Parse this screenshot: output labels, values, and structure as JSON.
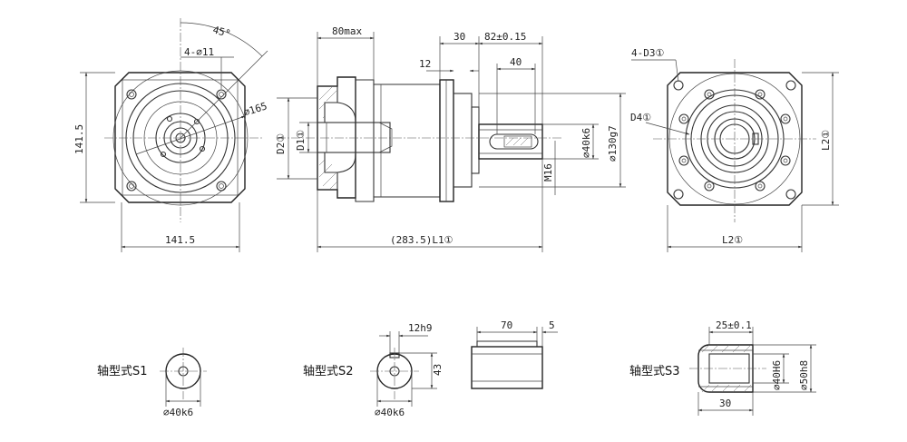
{
  "front_view": {
    "angle": "45°",
    "holes": "4-⌀11",
    "pcd": "⌀165",
    "height": "141.5",
    "width": "141.5"
  },
  "side_view": {
    "flange_max": "80max",
    "shoulder": "30",
    "shaft_len": "82±0.15",
    "key_offset": "12",
    "key_len": "40",
    "d2": "D2①",
    "d1": "D1①",
    "shaft_dia": "⌀40k6",
    "pilot_dia": "⌀130g7",
    "thread": "M16",
    "total_len": "(283.5)L1①"
  },
  "rear_view": {
    "holes": "4-D3①",
    "d4": "D4①",
    "l2_vertical": "L2①",
    "l2_horizontal": "L2①"
  },
  "shaft_s1": {
    "label": "轴型式S1",
    "dia": "⌀40k6"
  },
  "shaft_s2": {
    "label": "轴型式S2",
    "key_width": "12h9",
    "key_height": "43",
    "dia": "⌀40k6",
    "key_len": "70",
    "key_end": "5"
  },
  "shaft_s3": {
    "label": "轴型式S3",
    "depth": "25±0.1",
    "inner_dia": "⌀40H6",
    "outer_dia": "⌀50h8",
    "length": "30"
  }
}
